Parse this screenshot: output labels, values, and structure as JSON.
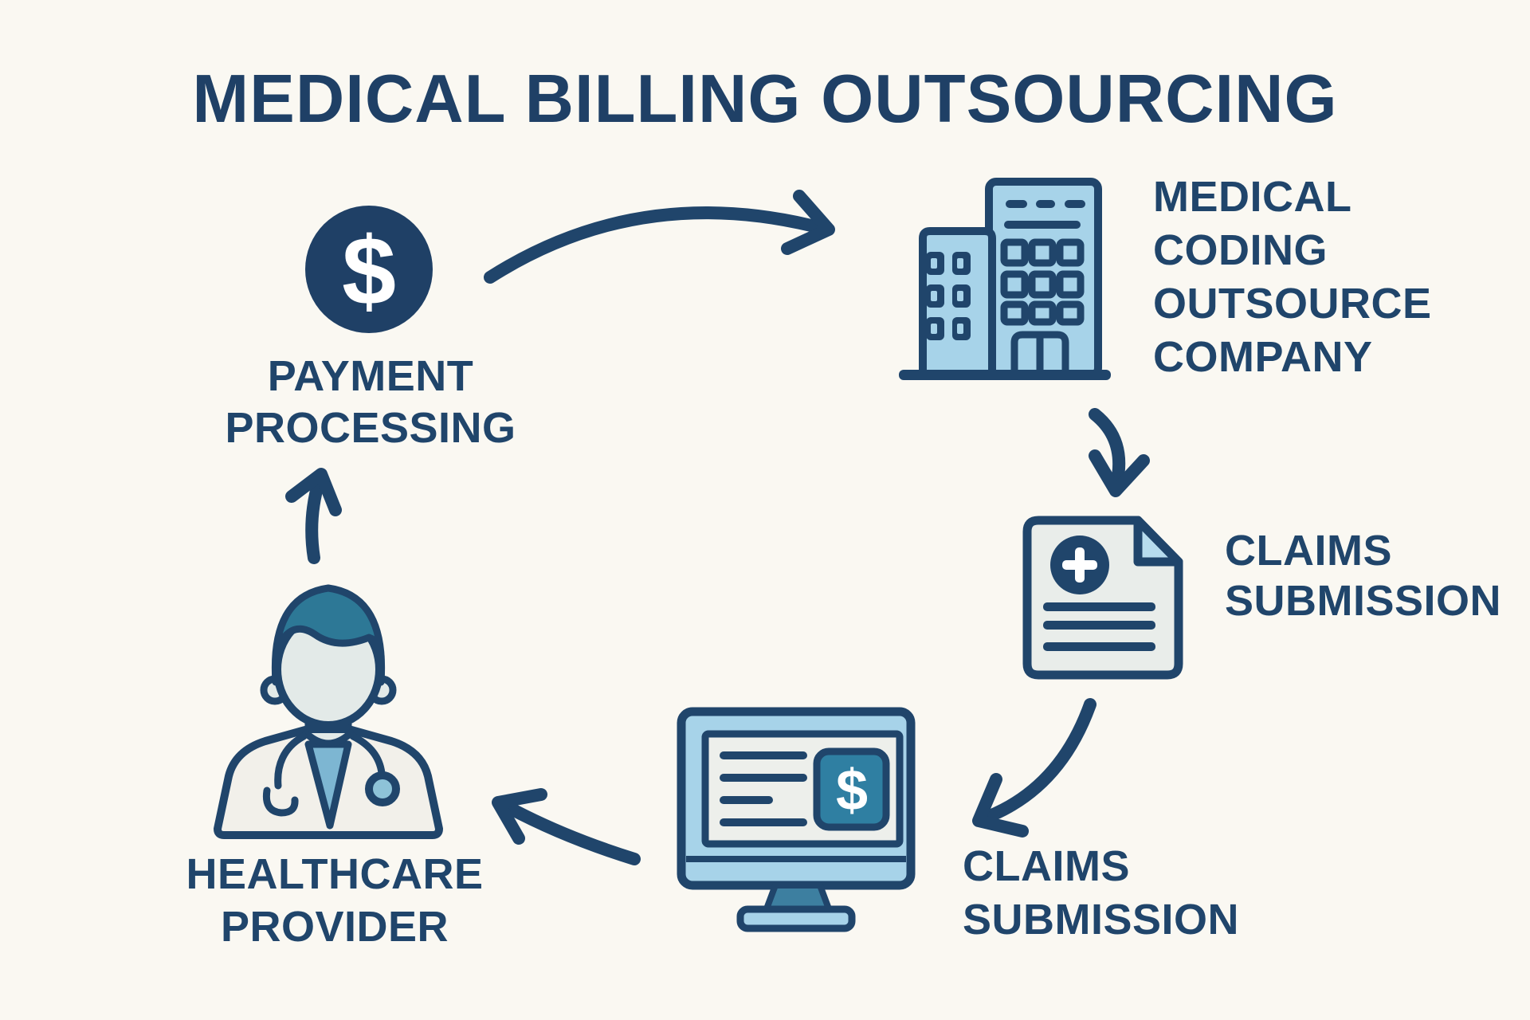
{
  "title": "MEDICAL BILLING OUTSOURCING",
  "colors": {
    "background": "#faf8f2",
    "navy": "#20456b",
    "light_blue": "#a7d3e9",
    "fold_blue": "#b7dcee",
    "paper": "#e9edea",
    "teal": "#2f7fa2",
    "hair_teal": "#2d7896",
    "shirt_blue": "#7db6d2",
    "coat_white": "#f2f0ea",
    "white": "#ffffff"
  },
  "nodes": [
    {
      "id": "payment-processing",
      "label": "PAYMENT\nPROCESSING",
      "icon": "dollar-circle-icon",
      "symbol": "$"
    },
    {
      "id": "medical-coding-outsource-company",
      "label": "MEDICAL\nCODING\nOUTSOURCE\nCOMPANY",
      "icon": "office-building-icon"
    },
    {
      "id": "claims-submission-document",
      "label": "CLAIMS\nSUBMISSION",
      "icon": "medical-claim-document-icon"
    },
    {
      "id": "claims-submission-screen",
      "label": "CLAIMS\nSUBMISSION",
      "icon": "monitor-dollar-icon",
      "symbol": "$"
    },
    {
      "id": "healthcare-provider",
      "label": "HEALTHCARE\nPROVIDER",
      "icon": "doctor-icon"
    }
  ],
  "flow": [
    {
      "from": "payment-processing",
      "to": "medical-coding-outsource-company"
    },
    {
      "from": "medical-coding-outsource-company",
      "to": "claims-submission-document"
    },
    {
      "from": "claims-submission-document",
      "to": "claims-submission-screen"
    },
    {
      "from": "claims-submission-screen",
      "to": "healthcare-provider"
    },
    {
      "from": "healthcare-provider",
      "to": "payment-processing"
    }
  ]
}
